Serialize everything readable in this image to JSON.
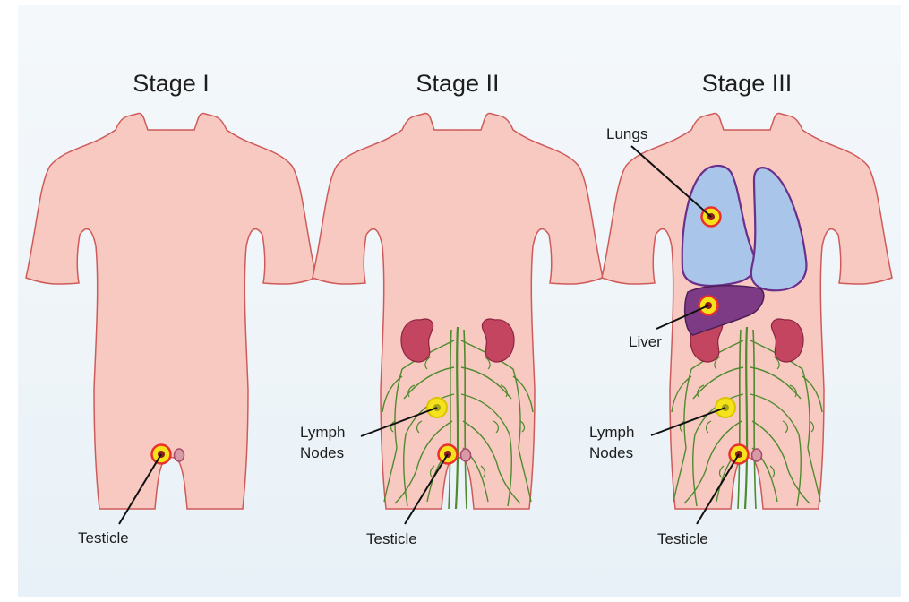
{
  "stages": [
    {
      "title": "Stage I",
      "labels": {
        "testicle": "Testicle"
      }
    },
    {
      "title": "Stage II",
      "labels": {
        "lymph_line1": "Lymph",
        "lymph_line2": "Nodes",
        "testicle": "Testicle"
      }
    },
    {
      "title": "Stage III",
      "labels": {
        "lungs": "Lungs",
        "liver": "Liver",
        "lymph_line1": "Lymph",
        "lymph_line2": "Nodes",
        "testicle": "Testicle"
      }
    }
  ],
  "colors": {
    "body_fill": "#f7c9c0",
    "body_stroke": "#cf5a5a",
    "lung_fill": "#a9c6ea",
    "lung_stroke": "#6a2f8a",
    "liver_fill": "#7d3b86",
    "kidney_fill": "#c3455f",
    "lymph_line": "#4f8a2e",
    "tumor_ring": "#e8312a",
    "tumor_fill": "#f5e21a"
  }
}
